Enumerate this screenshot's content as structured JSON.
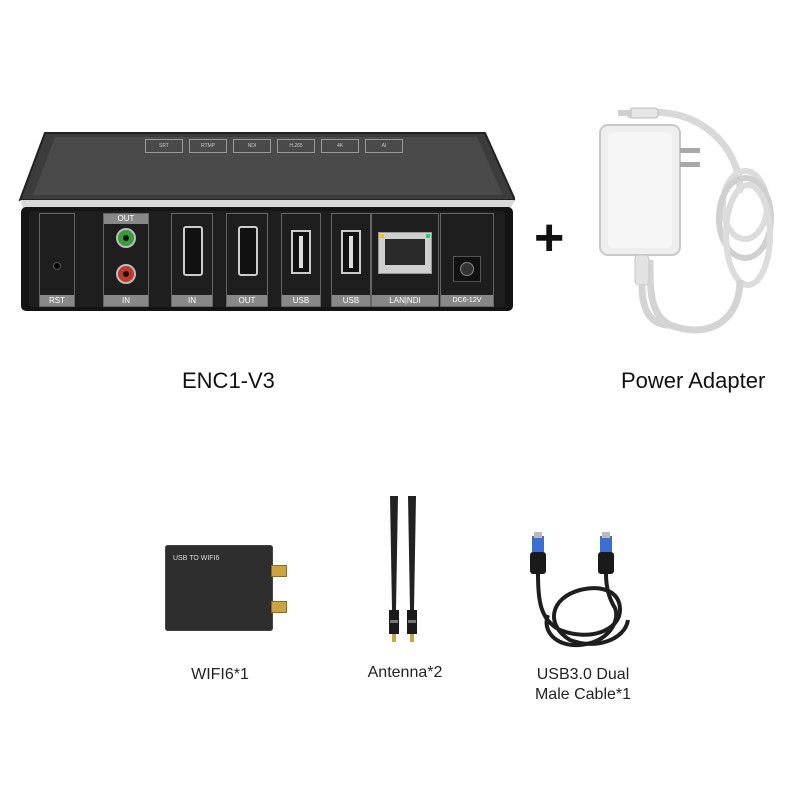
{
  "main_product": {
    "name": "ENC1-V3",
    "top_buttons": [
      "SRT",
      "RTMP",
      "NDI",
      "H.265",
      "4K",
      "AI"
    ],
    "ports": {
      "rst": "RST",
      "audio_out": "OUT",
      "audio_in": "IN",
      "hdmi_in": "IN",
      "hdmi_out": "OUT",
      "usb_1": "USB",
      "usb_2": "USB",
      "lan": "LAN|NDI",
      "dc": "DC6-12V"
    }
  },
  "plus_sign": "+",
  "power_adapter": {
    "label": "Power Adapter"
  },
  "accessories": {
    "wifi": {
      "module_text": "USB TO WIFI6",
      "label": "WIFI6*1"
    },
    "antenna": {
      "label": "Antenna*2"
    },
    "cable": {
      "label_line1": "USB3.0 Dual",
      "label_line2": "Male Cable*1"
    }
  },
  "colors": {
    "device_body": "#1c1c1c",
    "device_top": "#4a4a4a",
    "adapter": "#eeeeee",
    "accent_green": "#3a9b3a",
    "accent_red": "#c0392b"
  }
}
